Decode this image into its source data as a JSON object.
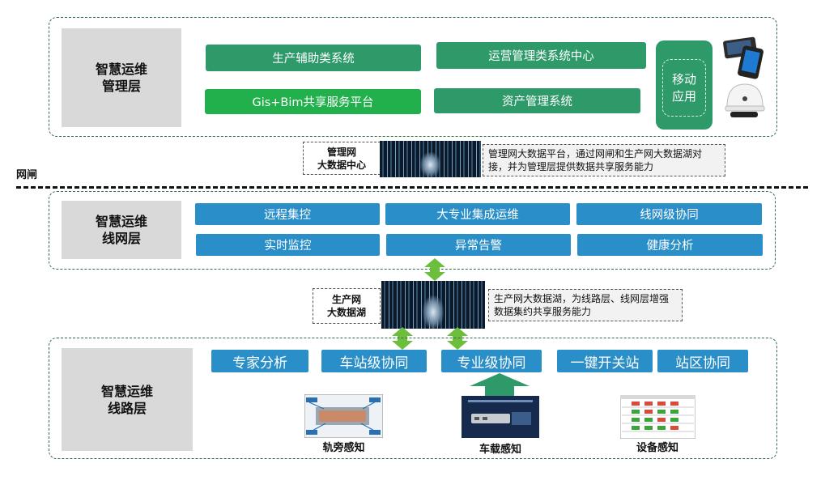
{
  "management": {
    "title": "智慧运维\n管理层",
    "buttons": [
      "生产辅助类系统",
      "运营管理类系统中心",
      "Gis+Bim共享服务平台",
      "资产管理系统"
    ],
    "mobile": "移动\n应用"
  },
  "mgmt_center": {
    "label": "管理网\n大数据中心",
    "note": "管理网大数据平台，通过网闸和生产网大数据湖对接，并为管理层提供数据共享服务能力"
  },
  "gateway": {
    "label": "网闸"
  },
  "network": {
    "title": "智慧运维\n线网层",
    "buttons": [
      "远程集控",
      "大专业集成运维",
      "线网级协同",
      "实时监控",
      "异常告警",
      "健康分析"
    ]
  },
  "prod_lake": {
    "label": "生产网\n大数据湖",
    "note": "生产网大数据湖，为线路层、线网层增强数据集约共享服务能力"
  },
  "line": {
    "title": "智慧运维\n线路层",
    "buttons": [
      "专家分析",
      "车站级协同",
      "专业级协同",
      "一键开关站",
      "站区协同"
    ],
    "sensors": [
      "轨旁感知",
      "车载感知",
      "设备感知"
    ]
  },
  "colors": {
    "green": "#2e9a6a",
    "bright_green": "#22b04c",
    "blue": "#2a8ec8",
    "arrow": "#6cbf3c",
    "panel_border": "#2f6b4e"
  }
}
